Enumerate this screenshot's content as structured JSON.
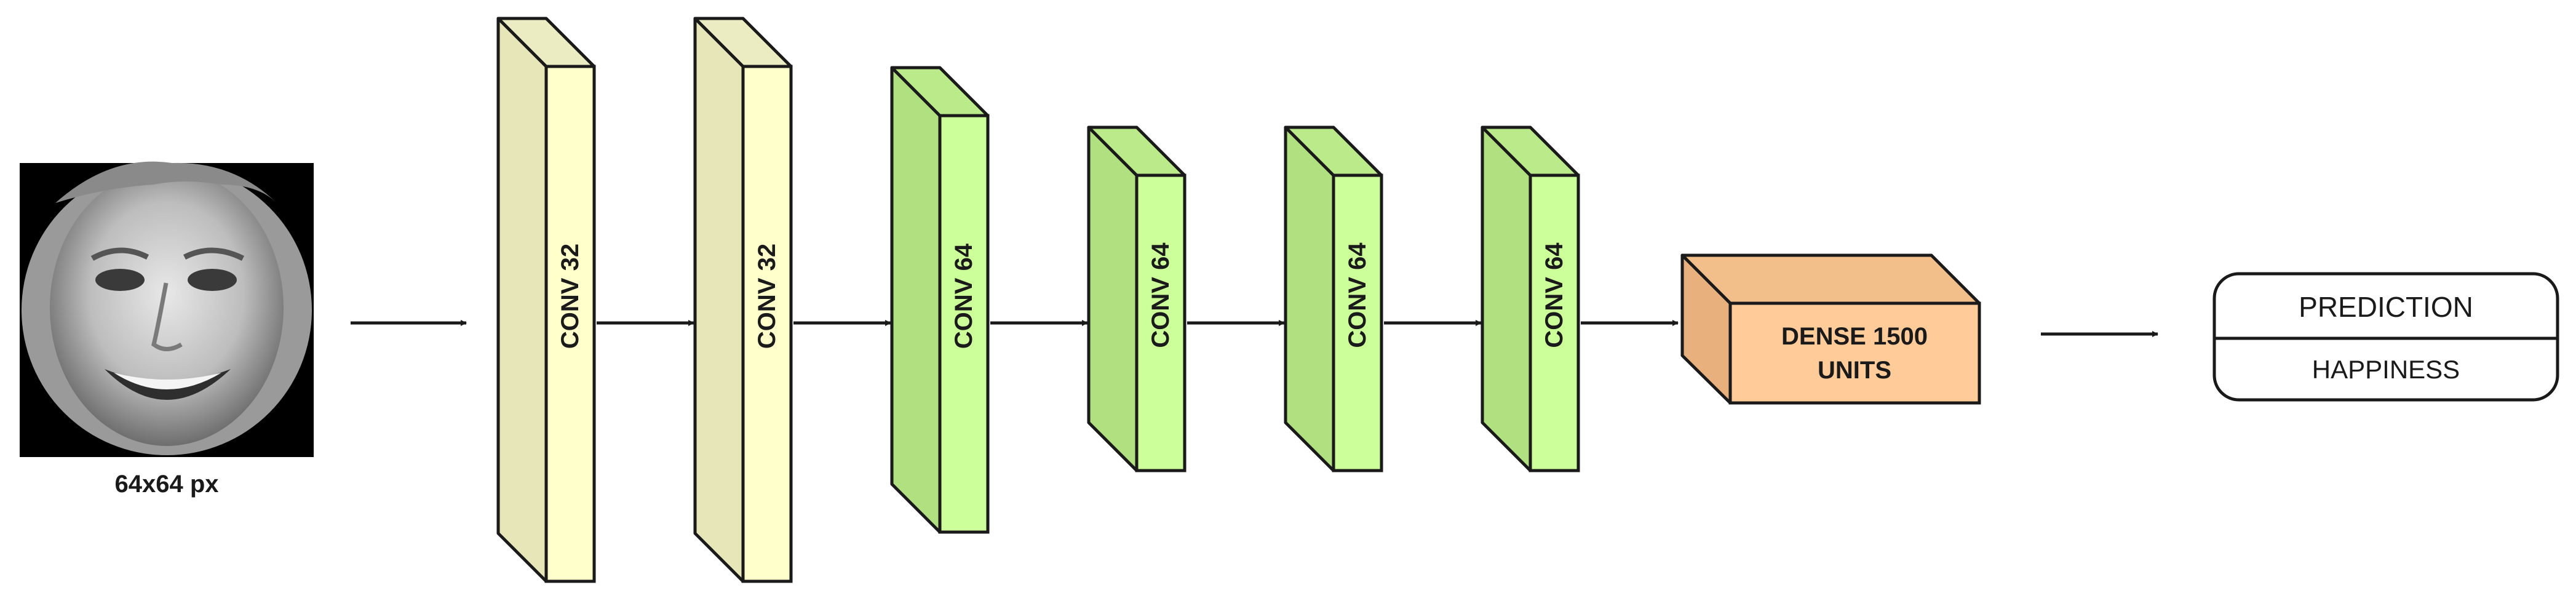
{
  "input": {
    "caption": "64x64 px",
    "icon": "face-photo"
  },
  "layers": [
    {
      "label": "CONV 32",
      "kind": "conv32"
    },
    {
      "label": "CONV 32",
      "kind": "conv32"
    },
    {
      "label": "CONV 64",
      "kind": "conv64"
    },
    {
      "label": "CONV 64",
      "kind": "conv64"
    },
    {
      "label": "CONV 64",
      "kind": "conv64"
    },
    {
      "label": "CONV 64",
      "kind": "conv64"
    }
  ],
  "dense": {
    "line1": "DENSE 1500",
    "line2": "UNITS"
  },
  "prediction": {
    "title": "PREDICTION",
    "value": "HAPPINESS"
  },
  "colors": {
    "conv32_front": "#FFFFCC",
    "conv32_side": "#E6E6B8",
    "conv32_top": "#ECECC2",
    "conv64_front": "#CCFF99",
    "conv64_side": "#B0E080",
    "conv64_top": "#BBEA8A",
    "dense_front": "#FFCC99",
    "dense_side": "#E8B07C",
    "dense_top": "#F2BE8A",
    "stroke": "#1a1a1a"
  }
}
